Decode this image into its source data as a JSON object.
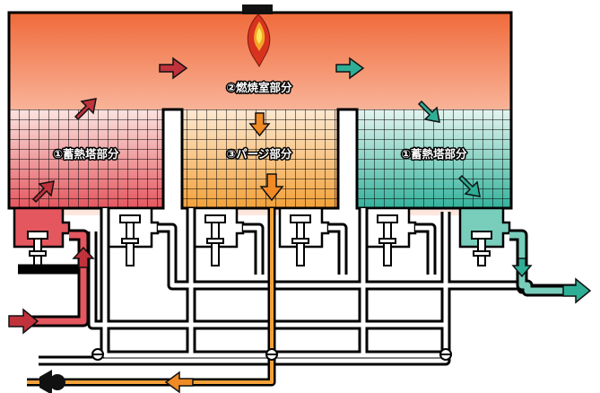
{
  "labels": {
    "combustion_chamber": "②燃焼室部分",
    "regenerator_left": "①蓄熱塔部分",
    "purge": "③パージ部分",
    "regenerator_right": "①蓄熱塔部分"
  },
  "colors": {
    "hot_top": "#f06a3a",
    "inlet_red": "#e4575f",
    "inlet_arrow": "#c0323c",
    "purge_orange": "#f2a13a",
    "outlet_teal": "#35b29c",
    "outlet_light": "#78cdbb",
    "outline": "#000000"
  },
  "icons": [
    "burner-flame-icon",
    "valve-icon",
    "blower-fan-icon",
    "flow-arrow-icon"
  ]
}
